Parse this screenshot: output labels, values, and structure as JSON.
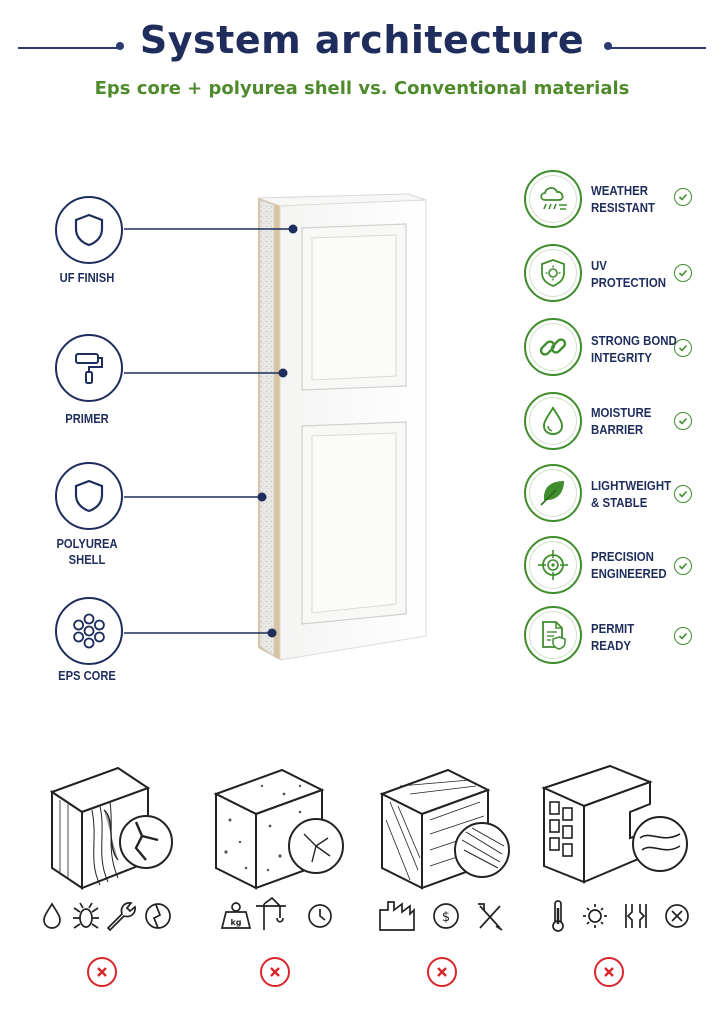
{
  "header": {
    "title": "System architecture",
    "subtitle": "Eps core + polyurea shell vs. Conventional materials"
  },
  "layers": [
    {
      "label": "UF FINISH",
      "icon": "shield-icon"
    },
    {
      "label": "PRIMER",
      "icon": "paint-roller-icon"
    },
    {
      "label": "POLYUREA\nSHELL",
      "icon": "shield-icon"
    },
    {
      "label": "EPS CORE",
      "icon": "beads-icon"
    }
  ],
  "features": [
    {
      "label": "WEATHER\nRESISTANT",
      "icon": "cloud-rain-wind-icon"
    },
    {
      "label": "UV\nPROTECTION",
      "icon": "sun-shield-icon"
    },
    {
      "label": "STRONG BOND\nINTEGRITY",
      "icon": "chain-link-icon"
    },
    {
      "label": "MOISTURE\nBARRIER",
      "icon": "water-drop-icon"
    },
    {
      "label": "LIGHTWEIGHT\n& STABLE",
      "icon": "leaf-icon"
    },
    {
      "label": "PRECISION\nENGINEERED",
      "icon": "crosshair-icon"
    },
    {
      "label": "PERMIT\nREADY",
      "icon": "certified-document-icon"
    }
  ],
  "conventional": [
    {
      "material": "wood",
      "icons": [
        "water-drop-icon",
        "bug-icon",
        "wrench-icon",
        "crack-icon"
      ]
    },
    {
      "material": "concrete",
      "weight_tag": "kg",
      "icons": [
        "weight-icon",
        "crane-icon",
        "clock-icon"
      ]
    },
    {
      "material": "fiber-composite",
      "currency": "$",
      "icons": [
        "factory-icon",
        "dollar-coin-icon",
        "tools-icon"
      ]
    },
    {
      "material": "upvc-profile",
      "icons": [
        "thermometer-icon",
        "sun-icon",
        "expansion-gap-icon",
        "x-circle-icon"
      ]
    }
  ],
  "colors": {
    "navy": "#1f2d5c",
    "green": "#3f8d2d",
    "red": "#d8262c"
  }
}
